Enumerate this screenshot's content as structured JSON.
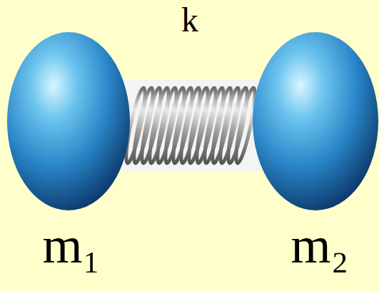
{
  "diagram": {
    "labels": [
      "k",
      "m₁",
      "m₂"
    ]
  }
}
